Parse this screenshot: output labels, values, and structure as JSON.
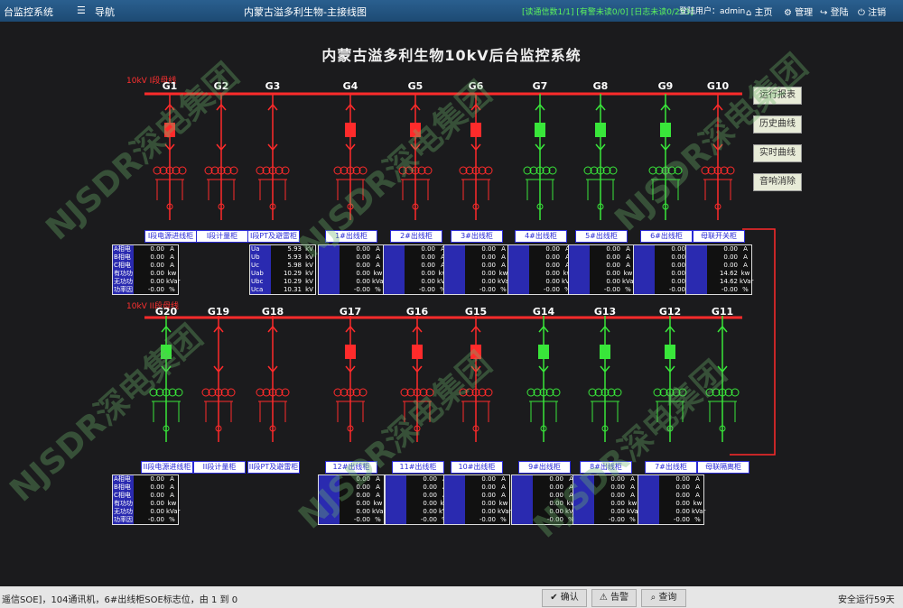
{
  "titlebar": {
    "app_title": "台监控系统",
    "nav_label": "导航",
    "tab_title": "内蒙古溢多利生物-主接线图",
    "status_text": "[读通信数1/1] [有警未读0/0] [日志未读0/253]",
    "login_user_label": "登陆用户：",
    "login_user": "admin",
    "home": "主页",
    "manage": "管理",
    "login": "登陆",
    "logout": "注销"
  },
  "main_title": "内蒙古溢多利生物10kV后台监控系统",
  "bus_labels": {
    "upper": "10kV I段母线",
    "lower": "10kV II段母线"
  },
  "upper_feeders": [
    "G1",
    "G2",
    "G3",
    "G4",
    "G5",
    "G6",
    "G7",
    "G8",
    "G9",
    "G10"
  ],
  "lower_feeders": [
    "G20",
    "G19",
    "G18",
    "G17",
    "G16",
    "G15",
    "G14",
    "G13",
    "G12",
    "G11"
  ],
  "side_buttons": [
    "运行报表",
    "历史曲线",
    "实时曲线",
    "音响消除"
  ],
  "upper_tags": [
    "I段电源进线柜",
    "I段计量柜",
    "I段PT及避雷柜",
    "1#出线柜",
    "2#出线柜",
    "3#出线柜",
    "4#出线柜",
    "5#出线柜",
    "6#出线柜",
    "母联开关柜"
  ],
  "lower_tags": [
    "II段电源进线柜",
    "II段计量柜",
    "II段PT及避雷柜",
    "12#出线柜",
    "11#出线柜",
    "10#出线柜",
    "9#出线柜",
    "8#出线柜",
    "7#出线柜",
    "母联隔离柜"
  ],
  "meter_labels": [
    "A相电流",
    "B相电流",
    "C相电流",
    "有功功率",
    "无功功率",
    "功率因数"
  ],
  "meter_units": [
    "A",
    "A",
    "A",
    "kw",
    "kVar",
    "%"
  ],
  "meter_zero_values": [
    "0.00",
    "0.00",
    "0.00",
    "0.00",
    "0.00",
    "-0.00"
  ],
  "pt_labels": [
    "Ua",
    "Ub",
    "Uc",
    "Uab",
    "Ubc",
    "Uca"
  ],
  "pt_values": [
    "5.93",
    "5.93",
    "5.98",
    "10.29",
    "10.29",
    "10.31"
  ],
  "pt_unit": "kV",
  "busl_upper_values": [
    "0.00",
    "0.00",
    "0.00",
    "14.62",
    "14.62",
    "-0.00"
  ],
  "statusbar": {
    "message": "遥信SOE]，104通讯机，6#出线柜SOE标志位，由 1 到 0",
    "confirm": "确认",
    "alarm": "告警",
    "query": "查询",
    "uptime": "安全运行59天"
  },
  "colors": {
    "closed": "#ff2b2b",
    "open": "#39e63a",
    "line": "#ff2b2b",
    "bg": "#1b1b1d"
  },
  "watermark_text": "NJSDR深电集团"
}
